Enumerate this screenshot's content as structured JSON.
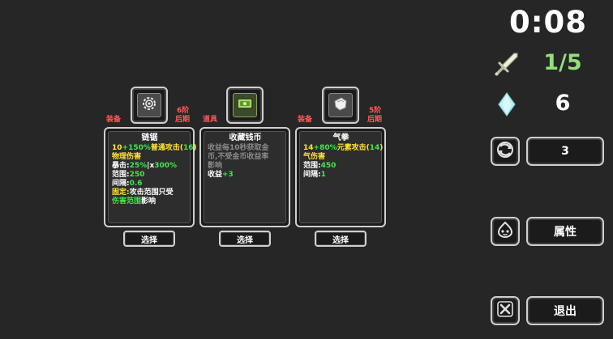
{
  "hud": {
    "timer": "0:08",
    "kills": "1/5",
    "gems": "6"
  },
  "side": {
    "refresh_count": "3",
    "attributes_label": "属性",
    "exit_label": "退出"
  },
  "cards": [
    {
      "type_tag": "装备",
      "tier": "6阶",
      "stage": "后期",
      "name": "链锯",
      "button": "选择",
      "lines": [
        [
          {
            "t": "10",
            "c": "y"
          },
          {
            "t": "+150%",
            "c": "g"
          },
          {
            "t": "普通攻击(",
            "c": "y"
          },
          {
            "t": "16",
            "c": "g"
          },
          {
            "t": ")",
            "c": "y"
          }
        ],
        [
          {
            "t": "物理伤害",
            "c": "y"
          }
        ],
        [
          {
            "t": "暴击:",
            "c": "w"
          },
          {
            "t": "25%",
            "c": "g"
          },
          {
            "t": "|x",
            "c": "w"
          },
          {
            "t": "300%",
            "c": "g"
          }
        ],
        [
          {
            "t": "范围:",
            "c": "w"
          },
          {
            "t": "250",
            "c": "g"
          }
        ],
        [
          {
            "t": "间隔:",
            "c": "w"
          },
          {
            "t": "0.6",
            "c": "g"
          }
        ],
        [
          {
            "t": "固定:",
            "c": "y"
          },
          {
            "t": "攻击范围只受",
            "c": "w"
          }
        ],
        [
          {
            "t": "伤害范围",
            "c": "g"
          },
          {
            "t": "影响",
            "c": "w"
          }
        ]
      ]
    },
    {
      "type_tag": "道具",
      "tier": "",
      "stage": "",
      "name": "收藏钱币",
      "button": "选择",
      "lines": [
        [
          {
            "t": "收益每10秒获取金",
            "c": "gray"
          }
        ],
        [
          {
            "t": "币,不受金币收益率",
            "c": "gray"
          }
        ],
        [
          {
            "t": "影响",
            "c": "gray"
          }
        ],
        [
          {
            "t": "收益",
            "c": "w"
          },
          {
            "t": "+3",
            "c": "g"
          }
        ]
      ]
    },
    {
      "type_tag": "装备",
      "tier": "5阶",
      "stage": "后期",
      "name": "气拳",
      "button": "选择",
      "lines": [
        [
          {
            "t": "14",
            "c": "y"
          },
          {
            "t": "+80%",
            "c": "g"
          },
          {
            "t": "元素攻击(",
            "c": "y"
          },
          {
            "t": "14",
            "c": "g"
          },
          {
            "t": ")",
            "c": "y"
          }
        ],
        [
          {
            "t": "气伤害",
            "c": "y"
          }
        ],
        [
          {
            "t": "范围:",
            "c": "w"
          },
          {
            "t": "450",
            "c": "g"
          }
        ],
        [
          {
            "t": "间隔:",
            "c": "w"
          },
          {
            "t": "1",
            "c": "g"
          }
        ]
      ]
    }
  ],
  "icons": {
    "sword": "sword-icon",
    "gem": "diamond-gem-icon",
    "refresh": "refresh-icon",
    "attributes": "slime-face-icon",
    "exit": "close-icon",
    "chainsaw": "saw-blade-icon",
    "coin": "coin-bill-icon",
    "fist": "fist-icon"
  },
  "colors": {
    "background": "#262626",
    "kills_text": "#8fe07a",
    "stat_green": "#3ee84a",
    "stat_yellow": "#ffe23a",
    "tag_red": "#ff5a5a"
  }
}
